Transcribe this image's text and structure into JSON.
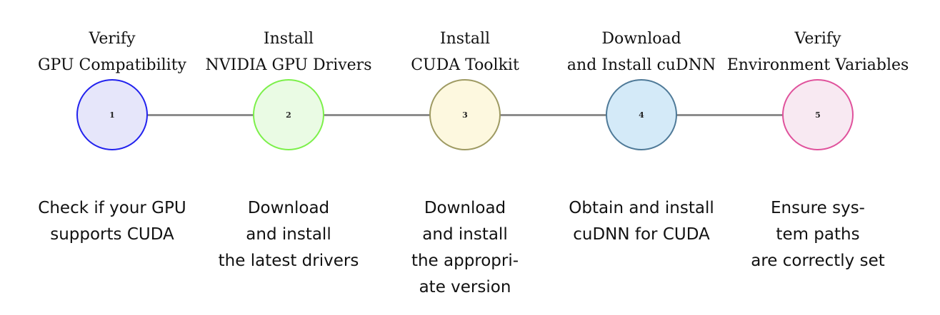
{
  "steps": [
    {
      "number": "1",
      "title": [
        "Verify",
        "GPU Compatibility"
      ],
      "description": [
        "Check if your GPU",
        "supports CUDA"
      ],
      "border": "#2222ee",
      "fill": "#e6e6fa"
    },
    {
      "number": "2",
      "title": [
        "Install",
        "NVIDIA GPU Drivers"
      ],
      "description": [
        "Download",
        "and install",
        "the latest drivers"
      ],
      "border": "#7cf04a",
      "fill": "#eafbe4"
    },
    {
      "number": "3",
      "title": [
        "Install",
        "CUDA Toolkit"
      ],
      "description": [
        "Download",
        "and install",
        "the appropri-",
        "ate version"
      ],
      "border": "#9e9a62",
      "fill": "#fdf8df"
    },
    {
      "number": "4",
      "title": [
        "Download",
        "and Install cuDNN"
      ],
      "description": [
        "Obtain and install",
        "cuDNN for CUDA"
      ],
      "border": "#4f7a98",
      "fill": "#d4eaf8"
    },
    {
      "number": "5",
      "title": [
        "Verify",
        "Environment Variables"
      ],
      "description": [
        "Ensure sys-",
        "tem paths",
        "are correctly set"
      ],
      "border": "#e0529c",
      "fill": "#f8e9f2"
    }
  ]
}
